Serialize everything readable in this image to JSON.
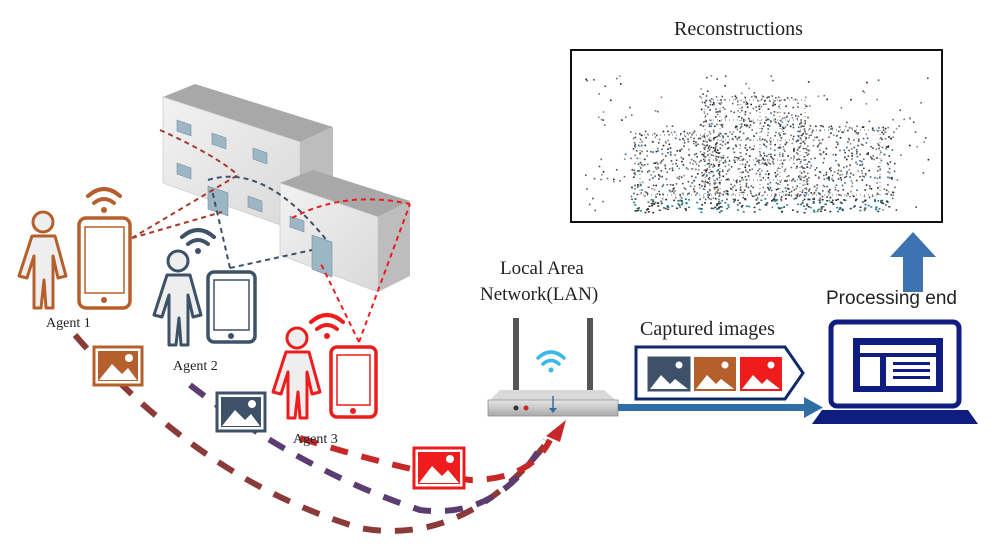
{
  "labels": {
    "reconstructions": "Reconstructions",
    "lan_line1": "Local Area",
    "lan_line2": "Network(LAN)",
    "captured_images": "Captured images",
    "processing_end": "Processing end",
    "agent1": "Agent 1",
    "agent2": "Agent 2",
    "agent3": "Agent 3"
  },
  "colors": {
    "agent1": "#b5602c",
    "agent2": "#3d5168",
    "agent3": "#ee1c1c",
    "laptop": "#0e1d7f",
    "arrow_blue": "#2f6fa6",
    "router_body": "#c8c8c8",
    "wifi_router": "#3bb8e8"
  },
  "icons": [
    "person-icon",
    "smartphone-icon",
    "wifi-icon",
    "image-icon",
    "router-icon",
    "laptop-icon",
    "building-icon"
  ]
}
